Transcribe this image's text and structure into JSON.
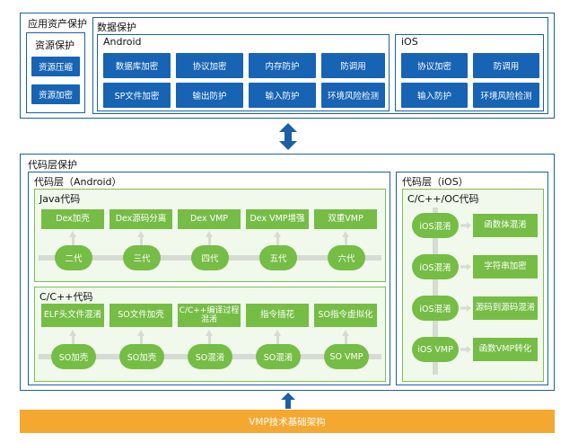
{
  "app_protection": {
    "title": "应用资产保护",
    "resource": {
      "title": "资源保护",
      "items": [
        "资源压缩",
        "资源加密"
      ]
    },
    "data": {
      "title": "数据保护",
      "android": {
        "title": "Android",
        "items": [
          "数据库加密",
          "协议加密",
          "内存防护",
          "防调用",
          "SP文件加密",
          "输出防护",
          "输入防护",
          "环境风险检测"
        ]
      },
      "ios": {
        "title": "iOS",
        "items": [
          "协议加密",
          "防调用",
          "输入防护",
          "环境风险检测"
        ]
      }
    }
  },
  "code_protection": {
    "title": "代码层保护",
    "android": {
      "title": "代码层（Android）",
      "java": {
        "title": "Java代码",
        "features": [
          "Dex加壳",
          "Dex源码分离",
          "Dex VMP",
          "Dex VMP增强",
          "双重VMP"
        ],
        "generations": [
          "二代",
          "三代",
          "四代",
          "五代",
          "六代"
        ]
      },
      "cpp": {
        "title": "C/C++代码",
        "features": [
          "ELF头文件混淆",
          "SO文件加壳",
          "C/C++编译过程混淆",
          "指令插花",
          "SO指令虚拟化"
        ],
        "stages": [
          "SO加壳",
          "SO加壳",
          "SO混淆",
          "SO混淆",
          "SO VMP"
        ]
      }
    },
    "ios": {
      "title": "代码层（iOS）",
      "code": {
        "title": "C/C++/OC代码",
        "stages": [
          "iOS混淆",
          "iOS混淆",
          "iOS混淆",
          "iOS VMP"
        ],
        "features": [
          "函数体混淆",
          "字符串加密",
          "源码到源码混淆",
          "函数VMP转化"
        ]
      }
    }
  },
  "foundation": {
    "label": "VMP技术基础架构"
  },
  "colors": {
    "frame": "#1c5fa7",
    "blue": "#1763b4",
    "green": "#75bd45",
    "orange": "#f5a830"
  }
}
